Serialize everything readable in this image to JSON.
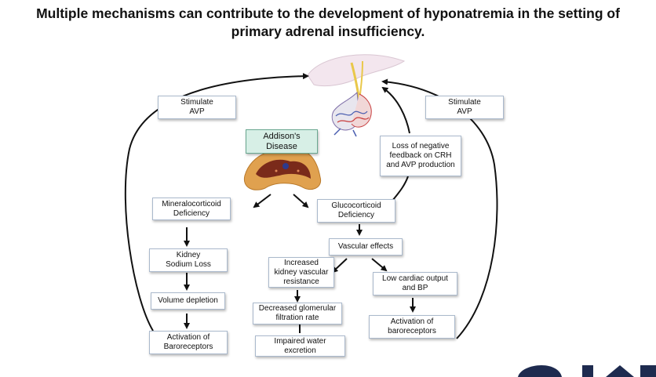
{
  "title": "Multiple mechanisms can contribute to the development of hyponatremia in the setting of\nprimary adrenal insufficiency.",
  "nodes": {
    "stimulate_avp_left": "Stimulate\nAVP",
    "stimulate_avp_right": "Stimulate\nAVP",
    "addisons": "Addison's\nDisease",
    "loss_feedback": "Loss of negative\nfeedback on CRH\nand AVP production",
    "mineralocorticoid": "Mineralocorticoid\nDeficiency",
    "glucocorticoid": "Glucocorticoid\nDeficiency",
    "vascular_effects": "Vascular effects",
    "kidney_sodium": "Kidney\nSodium Loss",
    "increased_resistance": "Increased\nkidney vascular\nresistance",
    "low_cardiac": "Low cardiac output\nand BP",
    "volume_depletion": "Volume depletion",
    "decreased_gfr": "Decreased glomerular\nfiltration rate",
    "activation_baro_right": "Activation of\nbaroreceptors",
    "activation_baro_left": "Activation of\nBaroreceptors",
    "impaired_water": "Impaired water\nexcretion"
  },
  "colors": {
    "box_border": "#aab9cc",
    "addison_fill": "#d7efe6",
    "arrow": "#111111",
    "adrenal": "#e0a14f"
  },
  "icons": [
    "pituitary-icon",
    "adrenal-gland-icon"
  ]
}
